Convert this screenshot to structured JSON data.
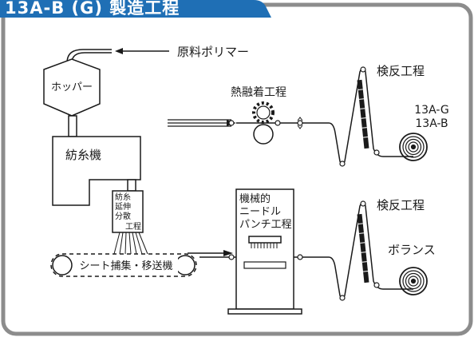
{
  "title": "13A-B (G) 製造工程",
  "colors": {
    "frame": "#8c8c8c",
    "tab": "#1f6fb5",
    "background": "#ffffff",
    "ink": "#1a1a1a"
  },
  "labels": {
    "raw_polymer": "原料ポリマー",
    "hopper": "ホッパー",
    "spinner": "紡糸機",
    "spin_step": [
      "紡糸",
      "延伸",
      "分散",
      "工程"
    ],
    "sheet_conveyor": "シート捕集・移送機",
    "thermal_bond": "熱融着工程",
    "inspect_upper": "検反工程",
    "inspect_lower": "検反工程",
    "product_g": "13A-G",
    "product_b": "13A-B",
    "needle_punch": [
      "機械的",
      "ニードル",
      "パンチ工程"
    ],
    "balance": "ボランス"
  }
}
